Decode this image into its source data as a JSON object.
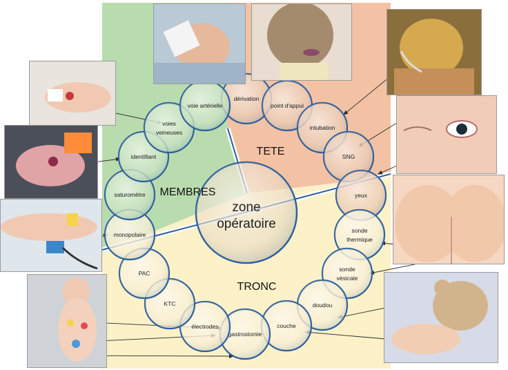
{
  "zones": {
    "membres": {
      "label": "MEMBRES",
      "color": "#b9dcae"
    },
    "tete": {
      "label": "TETE",
      "color": "#f3c2a4"
    },
    "tronc": {
      "label": "TRONC",
      "color": "#fdf1c8"
    }
  },
  "center": {
    "line1": "zone",
    "line2": "opératoire"
  },
  "circles": [
    {
      "id": "derivation",
      "line1": "dérivation",
      "line2": ""
    },
    {
      "id": "point-appui",
      "line1": "point d'appui",
      "line2": ""
    },
    {
      "id": "intubation",
      "line1": "intubation",
      "line2": ""
    },
    {
      "id": "sng",
      "line1": "SNG",
      "line2": ""
    },
    {
      "id": "yeux",
      "line1": "yeux",
      "line2": ""
    },
    {
      "id": "sonde-thermique",
      "line1": "sonde",
      "line2": "thermique"
    },
    {
      "id": "sonde-vesicale",
      "line1": "sonde",
      "line2": "vésicale"
    },
    {
      "id": "doudou",
      "line1": "doudou",
      "line2": ""
    },
    {
      "id": "couche",
      "line1": "couche",
      "line2": ""
    },
    {
      "id": "gastrostomie",
      "line1": "gastrostomie",
      "line2": ""
    },
    {
      "id": "electrodes",
      "line1": "électrodes",
      "line2": ""
    },
    {
      "id": "ktc",
      "line1": "KTC",
      "line2": ""
    },
    {
      "id": "pac",
      "line1": "PAC",
      "line2": ""
    },
    {
      "id": "monopolaire",
      "line1": "monopolaire",
      "line2": ""
    },
    {
      "id": "saturometre",
      "line1": "saturomètre",
      "line2": ""
    },
    {
      "id": "identifiant",
      "line1": "identifiant",
      "line2": ""
    },
    {
      "id": "voies-veineuses",
      "line1": "voies",
      "line2": "veineuses"
    },
    {
      "id": "voie-arterielle",
      "line1": "voie artérielle",
      "line2": ""
    }
  ],
  "photos": [
    {
      "id": "head-bandage",
      "subject": "head-dressing-photo"
    },
    {
      "id": "back-head",
      "subject": "pressure-point-photo"
    },
    {
      "id": "intubated",
      "subject": "intubation-photo"
    },
    {
      "id": "eye",
      "subject": "eye-photo"
    },
    {
      "id": "buttocks",
      "subject": "thermal-probe-photo"
    },
    {
      "id": "teddy",
      "subject": "teddy-bear-photo"
    },
    {
      "id": "foot-burn",
      "subject": "arterial-line-foot-photo"
    },
    {
      "id": "arm-bracelet",
      "subject": "venous-line-arm-photo"
    },
    {
      "id": "sat-probe",
      "subject": "saturometer-photo"
    },
    {
      "id": "baby-body",
      "subject": "electrodes-baby-photo"
    }
  ]
}
